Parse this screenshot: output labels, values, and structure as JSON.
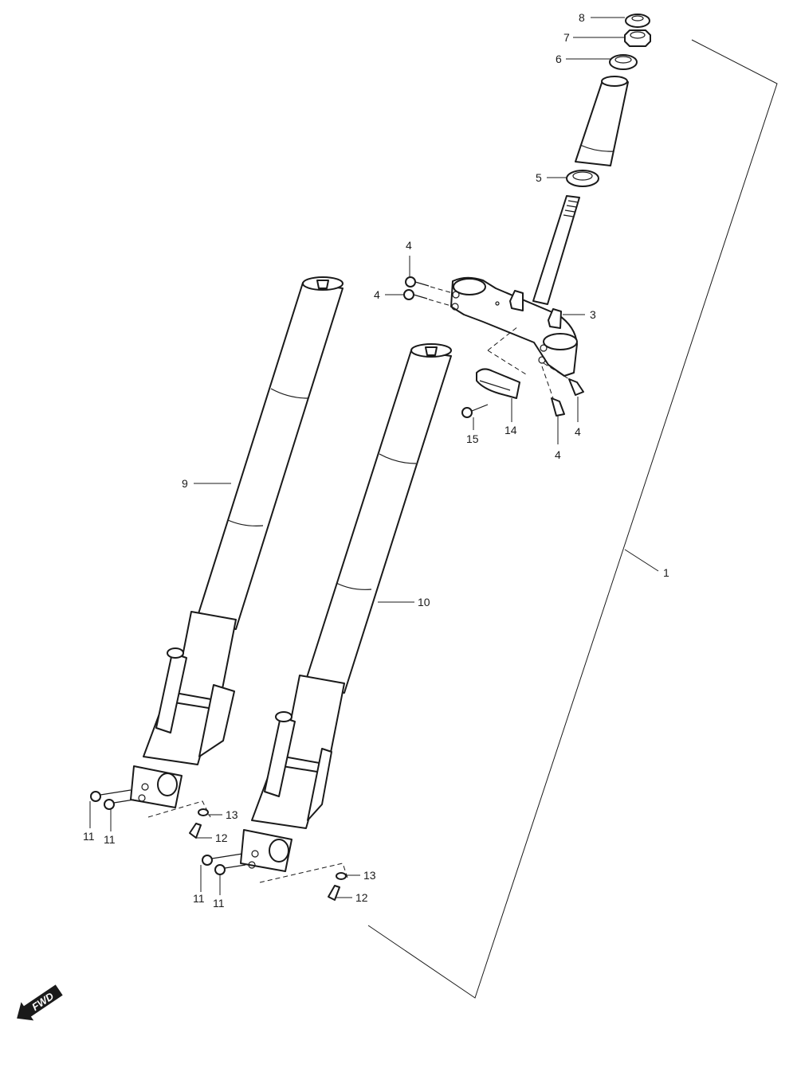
{
  "callouts": {
    "c1": "1",
    "c3": "3",
    "c4a": "4",
    "c4b": "4",
    "c4c": "4",
    "c4d": "4",
    "c5": "5",
    "c6": "6",
    "c7": "7",
    "c8": "8",
    "c9": "9",
    "c10": "10",
    "c11a": "11",
    "c11b": "11",
    "c11c": "11",
    "c11d": "11",
    "c12a": "12",
    "c12b": "12",
    "c13a": "13",
    "c13b": "13",
    "c14": "14",
    "c15": "15"
  },
  "direction_badge": "FWD"
}
